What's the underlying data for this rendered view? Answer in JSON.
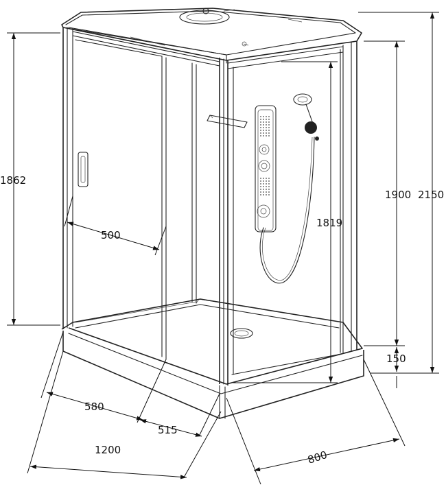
{
  "figure": {
    "subject": "shower cabin dimension drawing",
    "dimensions": {
      "total_height": "2150",
      "door_height": "1862",
      "cabin_inner_height": "1900",
      "panel_height": "1819",
      "tray_height": "150",
      "door_opening": "500",
      "side_panel": "580",
      "door_panel": "515",
      "width": "1200",
      "depth": "800"
    },
    "colors": {
      "line": "#222222",
      "background": "#ffffff"
    }
  }
}
